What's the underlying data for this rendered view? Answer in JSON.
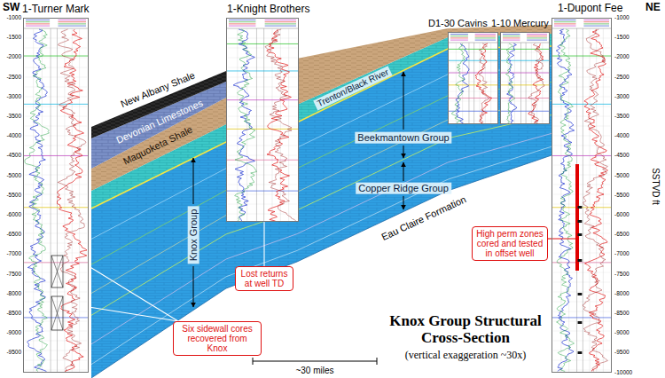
{
  "diagram": {
    "title": "Knox Group Structural Cross-Section",
    "caption": "(vertical exaggeration ~30x)",
    "nodes": [
      {
        "text": [
          "1-Turner Mark"
        ]
      },
      {
        "text": [
          "1-Knight Brothers"
        ]
      },
      {
        "text": [
          "D1-30 Cavins"
        ]
      },
      {
        "text": [
          "1-10 Mercury"
        ]
      },
      {
        "text": [
          "1-Dupont Fee"
        ]
      },
      {
        "text": [
          "High perm zones cored and tested in offset well"
        ]
      },
      {
        "text": [
          "Lost returns at well TD"
        ]
      },
      {
        "text": [
          "Six sidewall cores recovered from Knox"
        ]
      }
    ],
    "edges": [
      {
        "from": 5,
        "to": 4,
        "arrow": "none"
      },
      {
        "from": 6,
        "to": 1,
        "arrow": "none"
      },
      {
        "from": 7,
        "to": 0,
        "arrow": "none"
      }
    ],
    "labels": [
      "SW",
      "NE",
      "SSTVD ft",
      "-1000",
      "-1500",
      "-2000",
      "-2500",
      "-3000",
      "-3500",
      "-4000",
      "-4500",
      "-5000",
      "-5500",
      "-6000",
      "-6500",
      "-7000",
      "-7500",
      "-8000",
      "-8500",
      "-9000",
      "-9500",
      "-1000",
      "-1500",
      "-2000",
      "-2500",
      "-3000",
      "-3500",
      "-4000",
      "-4500",
      "-5000",
      "-5500",
      "-6000",
      "-6500",
      "-7000",
      "-7500",
      "-8000",
      "-8500",
      "-9000",
      "-9500",
      "-10000",
      "New Albany Shale",
      "Devonian Limestones",
      "Maquoketa Shale",
      "Trenton/Black River",
      "Beekmantown Group",
      "Copper Ridge Group",
      "Knox Group",
      "Eau Claire Formation",
      "~30 miles"
    ]
  }
}
